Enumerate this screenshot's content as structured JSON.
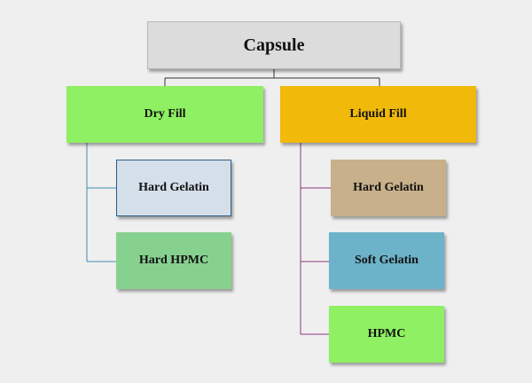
{
  "root": {
    "label": "Capsule",
    "color": "#dcdcdc"
  },
  "categories": [
    {
      "label": "Dry Fill",
      "color": "#8ef062",
      "connector_color": "#3f8fb0",
      "children": [
        {
          "label": "Hard Gelatin",
          "color": "#d4dfea"
        },
        {
          "label": "Hard HPMC",
          "color": "#87d18f"
        }
      ]
    },
    {
      "label": "Liquid Fill",
      "color": "#f1b90a",
      "connector_color": "#8a3a7e",
      "children": [
        {
          "label": "Hard Gelatin",
          "color": "#c8b08a"
        },
        {
          "label": "Soft Gelatin",
          "color": "#6cb3c9"
        },
        {
          "label": "HPMC",
          "color": "#8ef062"
        }
      ]
    }
  ]
}
